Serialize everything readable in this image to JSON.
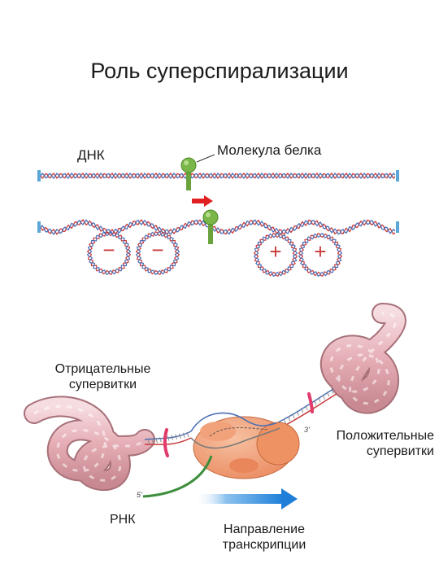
{
  "title": "Роль суперспирализации",
  "labels": {
    "dna": "ДНК",
    "protein": "Молекула белка",
    "negative_line1": "Отрицательные",
    "negative_line2": "супервитки",
    "positive_line1": "Положительные",
    "positive_line2": "супервитки",
    "rna": "РНК",
    "direction_line1": "Направление",
    "direction_line2": "транскрипции",
    "five_prime": "5'",
    "three_prime": "3'"
  },
  "signs": {
    "minus": "−",
    "plus": "+"
  },
  "colors": {
    "strand_red": "#c8393b",
    "strand_blue": "#4a6fb5",
    "protein_green": "#7ab648",
    "arrow_red": "#e02020",
    "arrow_blue": "#1f7fd8",
    "polymerase_orange": "#e9865a",
    "clamp_pink": "#e23a6a",
    "rna_green": "#3d8f3d",
    "tube_pink": "#e9b7bf"
  }
}
